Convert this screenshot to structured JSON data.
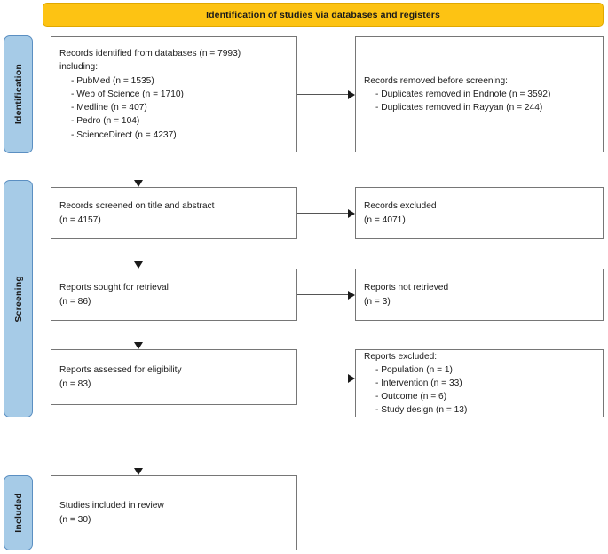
{
  "banner": {
    "title": "Identification of studies via databases and registers",
    "color": "#FDC313"
  },
  "stages": {
    "identification": "Identification",
    "screening": "Screening",
    "included": "Included",
    "color": "#A6CBE7"
  },
  "boxes": {
    "identified": {
      "line1": "Records identified from databases (n = 7993)",
      "line2": "including:",
      "items": [
        "- PubMed (n = 1535)",
        "- Web of Science (n = 1710)",
        "- Medline (n = 407)",
        "- Pedro (n = 104)",
        "- ScienceDirect (n = 4237)"
      ]
    },
    "removed": {
      "line1": "Records removed before screening:",
      "items": [
        "- Duplicates removed in Endnote (n = 3592)",
        "- Duplicates removed in Rayyan (n = 244)"
      ]
    },
    "screened": {
      "line1": "Records screened on title and abstract",
      "line2": "(n = 4157)"
    },
    "excluded_screen": {
      "line1": "Records excluded",
      "line2": "(n = 4071)"
    },
    "sought": {
      "line1": "Reports sought for retrieval",
      "line2": "(n = 86)"
    },
    "not_retrieved": {
      "line1": "Reports not retrieved",
      "line2": "(n = 3)"
    },
    "assessed": {
      "line1": "Reports assessed for eligibility",
      "line2": "(n = 83)"
    },
    "excluded_report": {
      "line1": "Reports excluded:",
      "items": [
        "- Population (n = 1)",
        "- Intervention (n = 33)",
        "- Outcome (n = 6)",
        "- Study design (n = 13)"
      ]
    },
    "included": {
      "line1": "Studies included in review",
      "line2": "(n = 30)"
    }
  }
}
